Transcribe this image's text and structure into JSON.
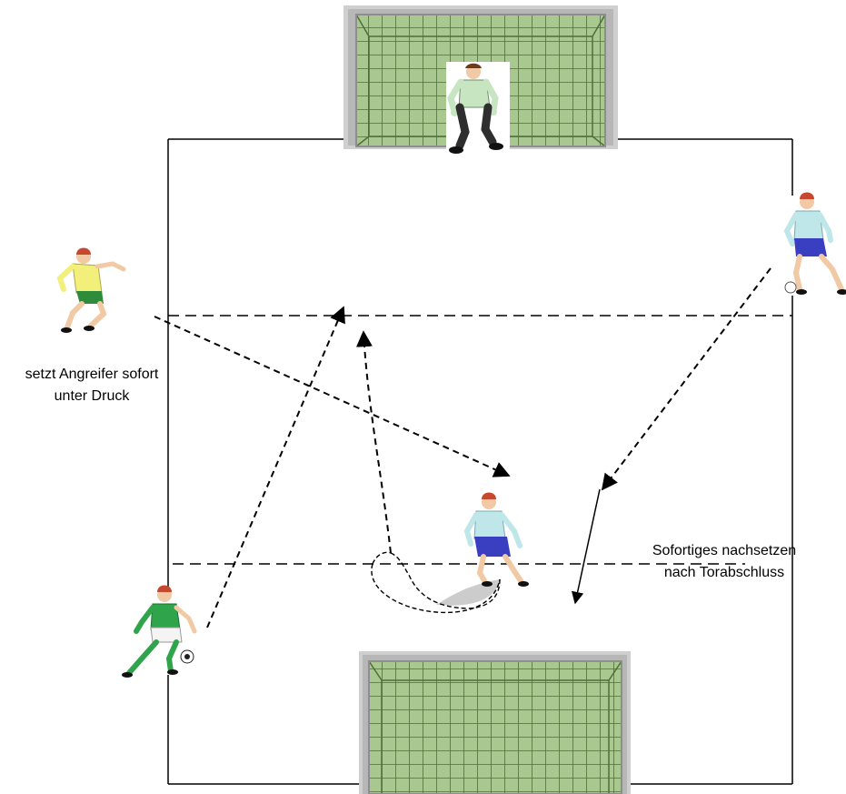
{
  "labels": {
    "defender_note_line1": "setzt Angreifer sofort",
    "defender_note_line2": "unter Druck",
    "follow_up_note_line1": "Sofortiges nachsetzen",
    "follow_up_note_line2": "nach Torabschluss"
  },
  "colors": {
    "field_line": "#000000",
    "net_green": "#a9c88f",
    "net_grid": "#4e6e3b",
    "goal_frame": "#c9c9c9",
    "shirt_light_blue": "#bfe6e8",
    "shorts_blue": "#3a3fc2",
    "shirt_yellow": "#f2f07a",
    "shirt_green": "#2fa44a",
    "keeper_shirt": "#c7e5c1",
    "hair_red": "#c6482e",
    "skin": "#f1c9a4"
  },
  "icons": {
    "goal": "soccer-goal-icon",
    "keeper": "goalkeeper-icon",
    "ball": "soccer-ball-icon"
  }
}
